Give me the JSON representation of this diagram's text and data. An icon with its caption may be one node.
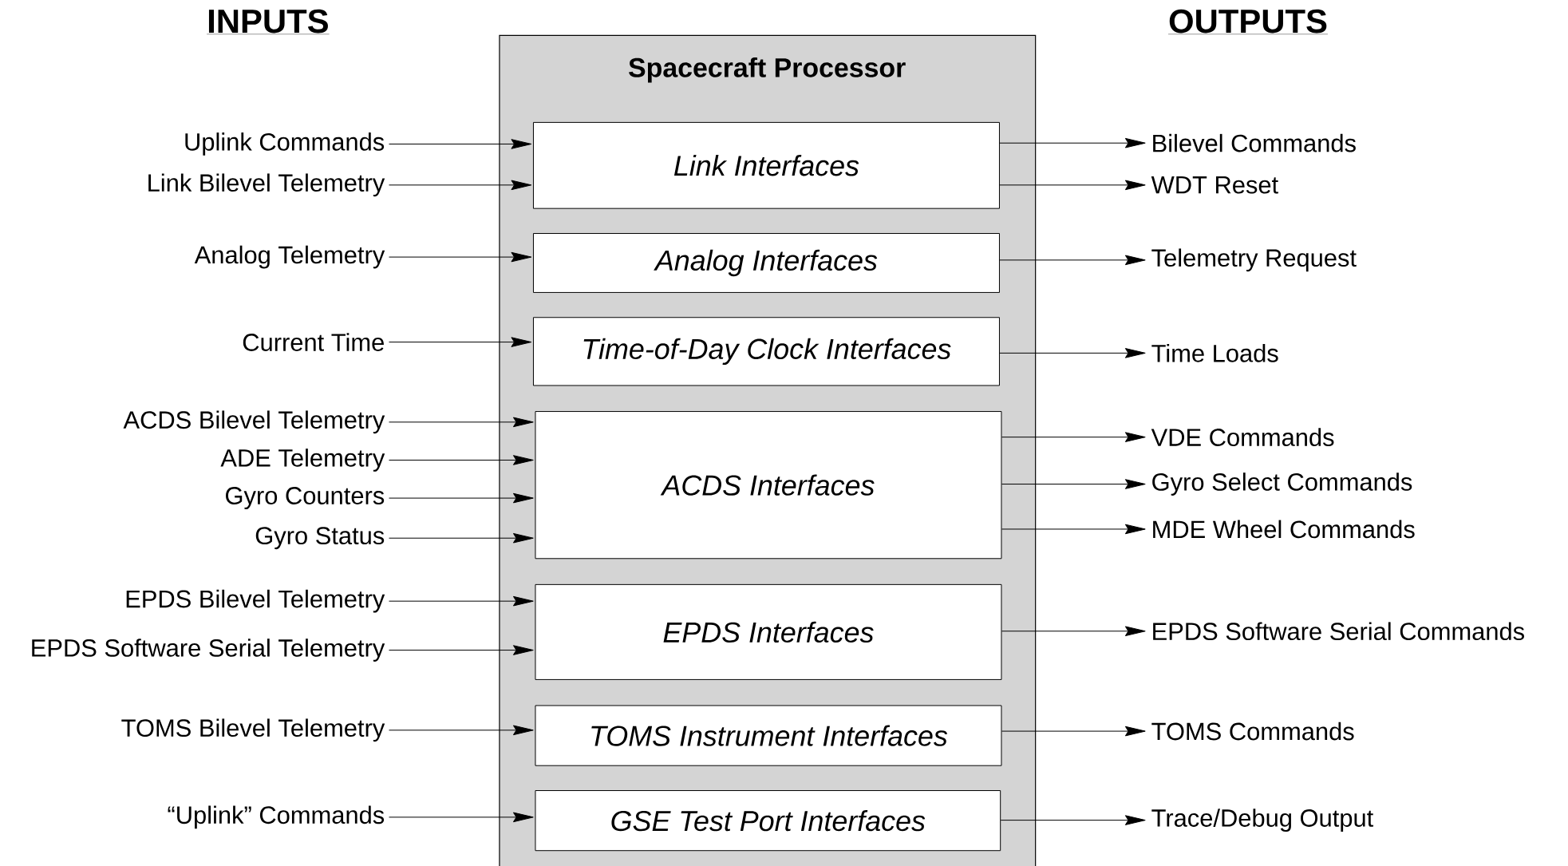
{
  "diagram": {
    "nodes": [
      {
        "text": [
          "Spacecraft Processor"
        ]
      },
      {
        "text": [
          "Link Interfaces"
        ],
        "in": 0
      },
      {
        "text": [
          "Analog Interfaces"
        ],
        "in": 0
      },
      {
        "text": [
          "Time-of-Day Clock Interfaces"
        ],
        "in": 0
      },
      {
        "text": [
          "ACDS Interfaces"
        ],
        "in": 0
      },
      {
        "text": [
          "EPDS Interfaces"
        ],
        "in": 0
      },
      {
        "text": [
          "TOMS Instrument Interfaces"
        ],
        "in": 0
      },
      {
        "text": [
          "GSE Test Port Interfaces"
        ],
        "in": 0
      },
      {
        "text": [
          "Uplink Commands"
        ]
      },
      {
        "text": [
          "Link Bilevel Telemetry"
        ]
      },
      {
        "text": [
          "Analog Telemetry"
        ]
      },
      {
        "text": [
          "Current Time"
        ]
      },
      {
        "text": [
          "ACDS Bilevel Telemetry"
        ]
      },
      {
        "text": [
          "ADE Telemetry"
        ]
      },
      {
        "text": [
          "Gyro Counters"
        ]
      },
      {
        "text": [
          "Gyro Status"
        ]
      },
      {
        "text": [
          "EPDS Bilevel Telemetry"
        ]
      },
      {
        "text": [
          "EPDS Software Serial Telemetry"
        ]
      },
      {
        "text": [
          "TOMS Bilevel Telemetry"
        ]
      },
      {
        "text": [
          "“Uplink” Commands"
        ]
      },
      {
        "text": [
          "Bilevel Commands"
        ]
      },
      {
        "text": [
          "WDT Reset"
        ]
      },
      {
        "text": [
          "Telemetry Request"
        ]
      },
      {
        "text": [
          "Time Loads"
        ]
      },
      {
        "text": [
          "VDE Commands"
        ]
      },
      {
        "text": [
          "Gyro Select Commands"
        ]
      },
      {
        "text": [
          "MDE Wheel Commands"
        ]
      },
      {
        "text": [
          "EPDS Software Serial Commands"
        ]
      },
      {
        "text": [
          "TOMS Commands"
        ]
      },
      {
        "text": [
          "Trace/Debug Output"
        ]
      }
    ],
    "edges": [
      {
        "from": 8,
        "to": 1,
        "arrow": "to"
      },
      {
        "from": 9,
        "to": 1,
        "arrow": "to"
      },
      {
        "from": 10,
        "to": 2,
        "arrow": "to"
      },
      {
        "from": 11,
        "to": 3,
        "arrow": "to"
      },
      {
        "from": 12,
        "to": 4,
        "arrow": "to"
      },
      {
        "from": 13,
        "to": 4,
        "arrow": "to"
      },
      {
        "from": 14,
        "to": 4,
        "arrow": "to"
      },
      {
        "from": 15,
        "to": 4,
        "arrow": "to"
      },
      {
        "from": 16,
        "to": 5,
        "arrow": "to"
      },
      {
        "from": 17,
        "to": 5,
        "arrow": "to"
      },
      {
        "from": 18,
        "to": 6,
        "arrow": "to"
      },
      {
        "from": 19,
        "to": 7,
        "arrow": "to"
      },
      {
        "from": 1,
        "to": 20,
        "arrow": "to"
      },
      {
        "from": 1,
        "to": 21,
        "arrow": "to"
      },
      {
        "from": 2,
        "to": 22,
        "arrow": "to"
      },
      {
        "from": 3,
        "to": 23,
        "arrow": "to"
      },
      {
        "from": 4,
        "to": 24,
        "arrow": "to"
      },
      {
        "from": 4,
        "to": 25,
        "arrow": "to"
      },
      {
        "from": 4,
        "to": 26,
        "arrow": "to"
      },
      {
        "from": 5,
        "to": 27,
        "arrow": "to"
      },
      {
        "from": 6,
        "to": 28,
        "arrow": "to"
      },
      {
        "from": 7,
        "to": 29,
        "arrow": "to"
      }
    ],
    "labels": [
      "INPUTS",
      "OUTPUTS"
    ]
  }
}
